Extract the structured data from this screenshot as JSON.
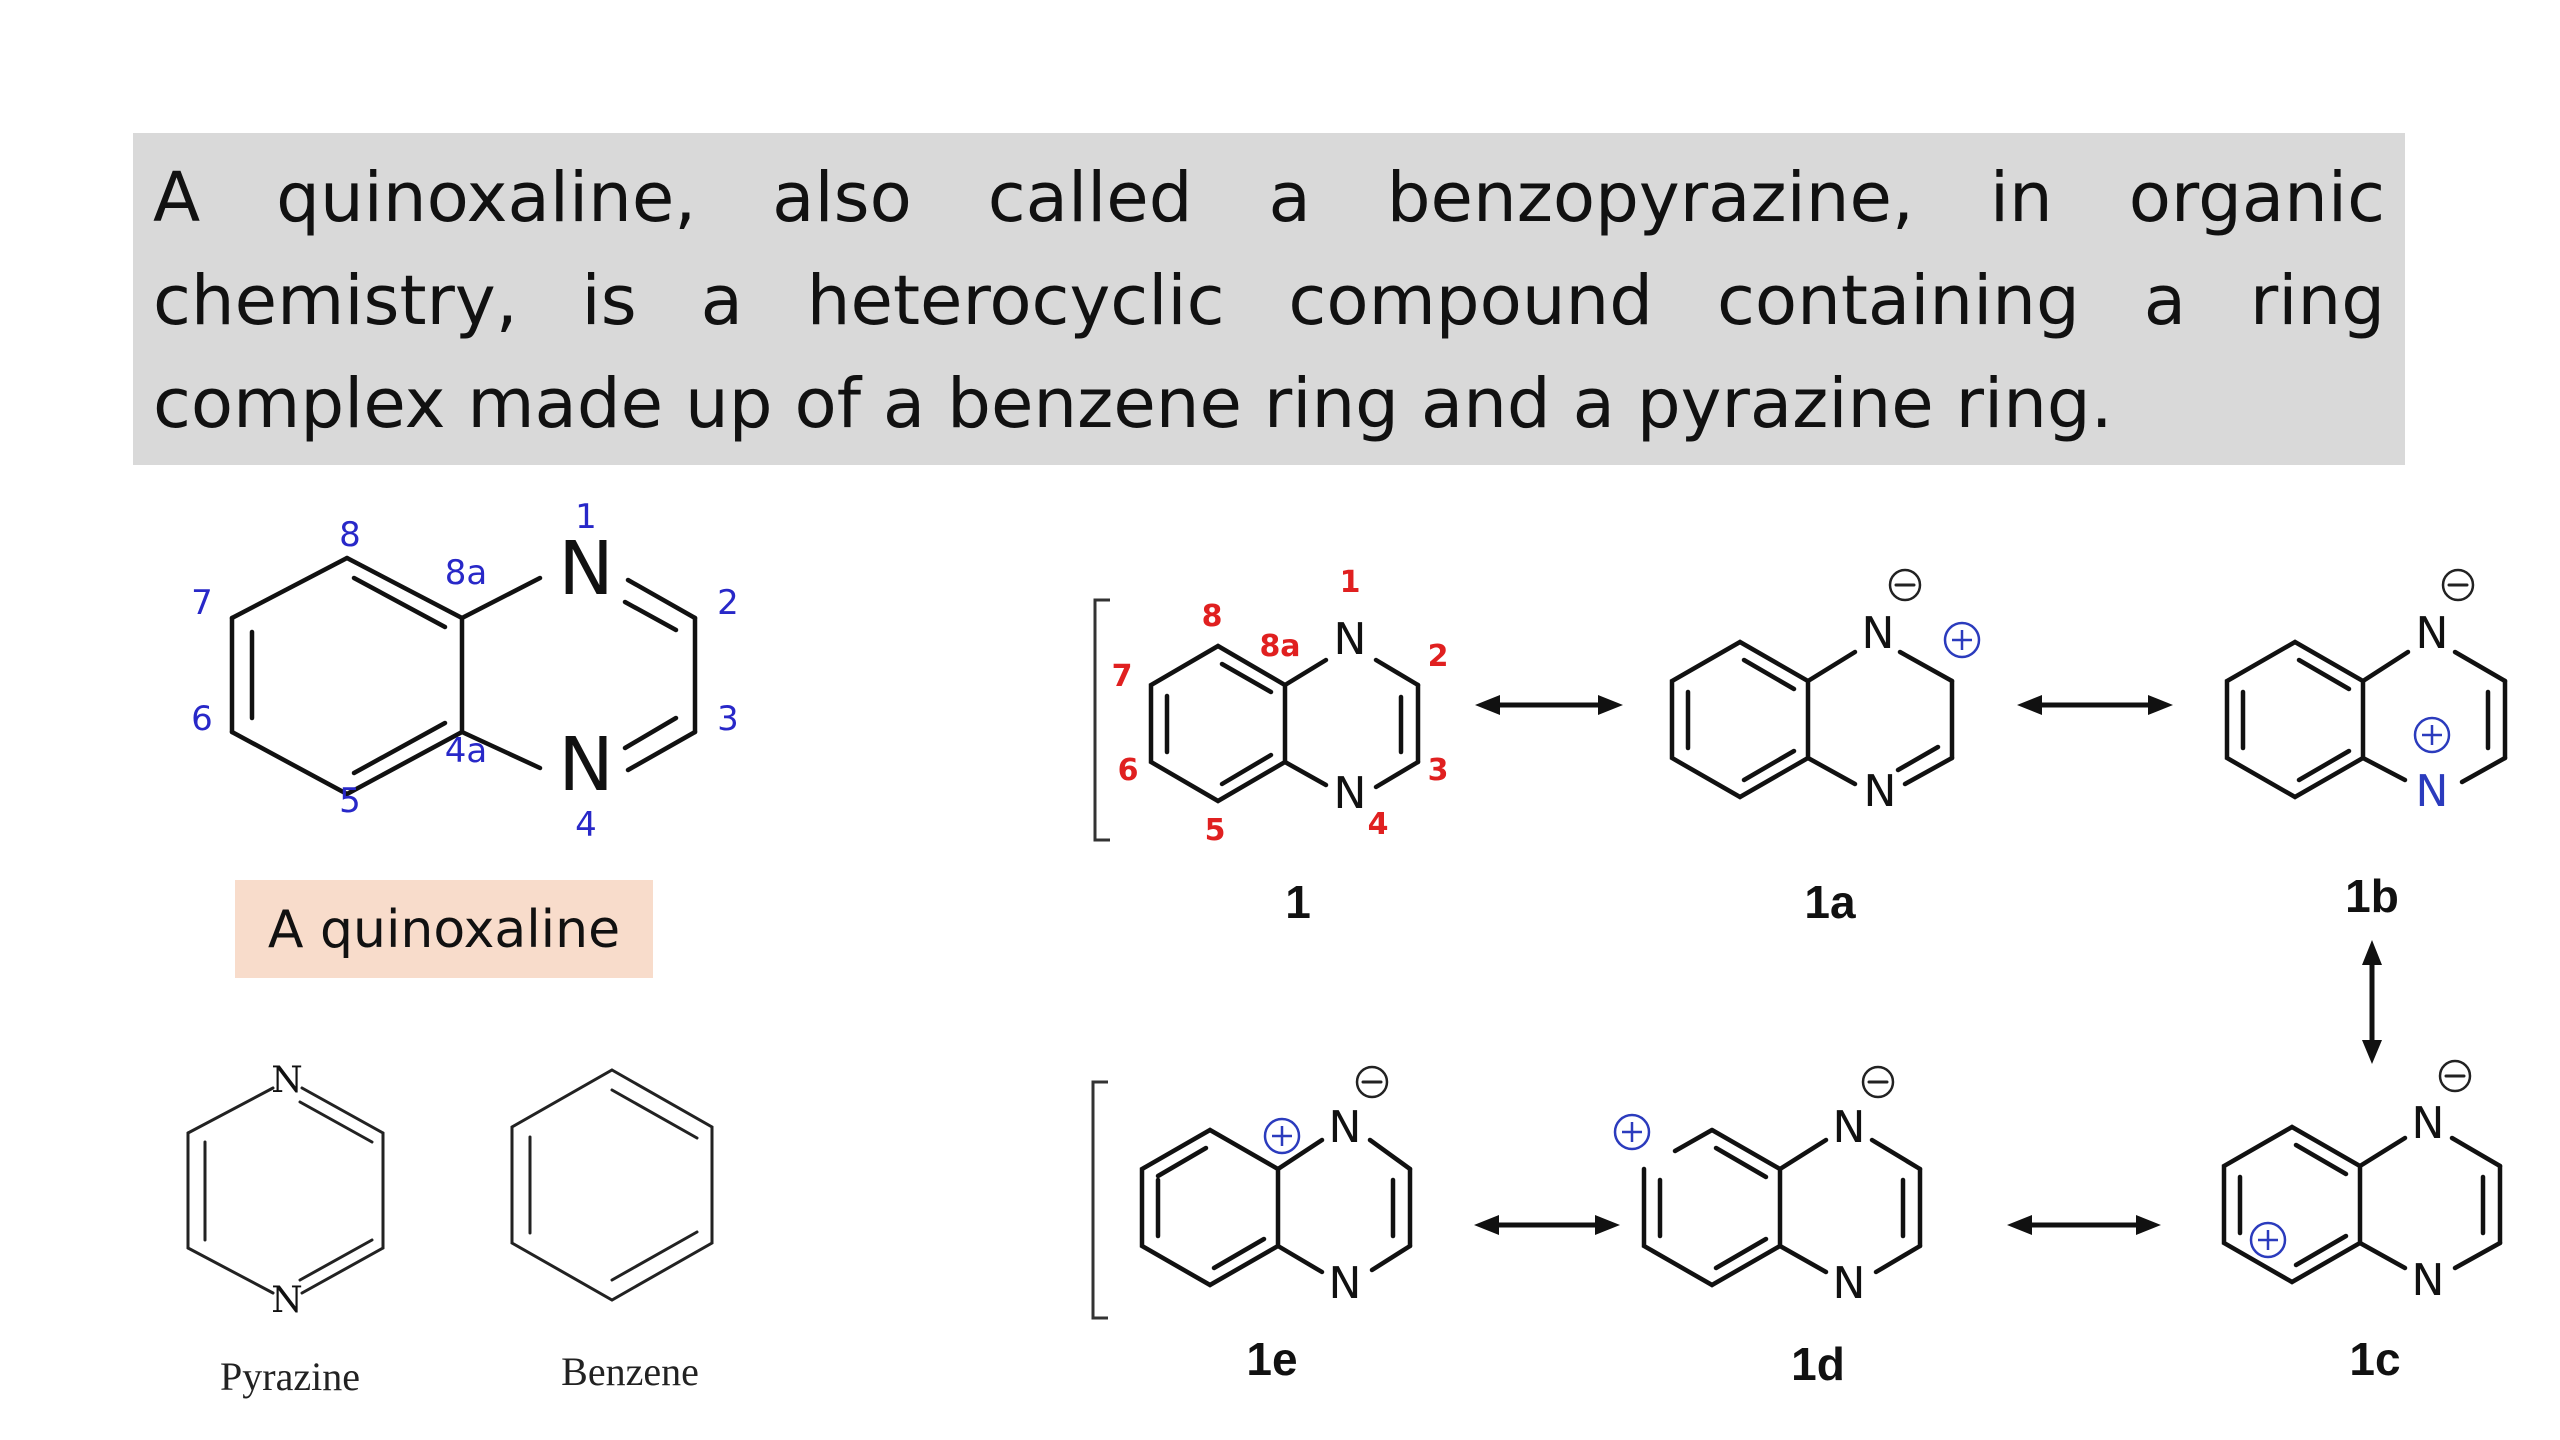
{
  "intro_text": "A quinoxaline, also called a benzopyrazine, in organic chemistry, is a heterocyclic compound containing a ring complex made up of a benzene ring and a pyrazine ring.",
  "quinoxaline_label": "A quinoxaline",
  "numbered_structure": {
    "atoms": {
      "n1": "N",
      "n4": "N"
    },
    "positions": [
      "1",
      "2",
      "3",
      "4",
      "4a",
      "5",
      "6",
      "7",
      "8",
      "8a"
    ]
  },
  "pyrazine": {
    "caption": "Pyrazine",
    "atom": "N"
  },
  "benzene": {
    "caption": "Benzene"
  },
  "resonance": {
    "atom": "N",
    "compounds": {
      "c1": "1",
      "c1a": "1a",
      "c1b": "1b",
      "c1c": "1c",
      "c1d": "1d",
      "c1e": "1e"
    },
    "red_positions": [
      "1",
      "2",
      "3",
      "4",
      "5",
      "6",
      "7",
      "8",
      "8a"
    ]
  },
  "colors": {
    "label_box": "#f8dccb",
    "text_box": "#d9d9d9",
    "position_blue": "#2828c8",
    "position_red": "#e02020",
    "charge_blue": "#2b3bbd"
  }
}
